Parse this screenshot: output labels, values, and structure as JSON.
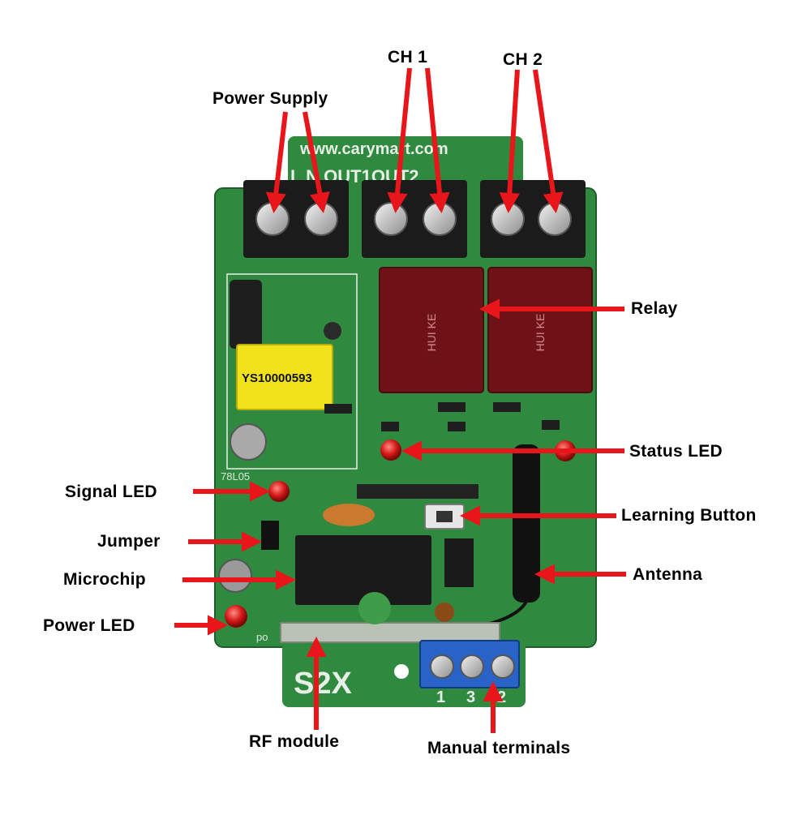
{
  "board": {
    "website": "www.carymart.com",
    "terminal_marks": "L  N  OUT1OUT2",
    "model": "S2X",
    "regulator": "78L05",
    "transformer_code": "YS10000593",
    "relay_marking": "HUI KE",
    "manual_pin_labels": [
      "1",
      "3",
      "2"
    ],
    "corner_mark": "po"
  },
  "callouts": {
    "power_supply": "Power Supply",
    "ch1": "CH 1",
    "ch2": "CH 2",
    "relay": "Relay",
    "status_led": "Status LED",
    "signal_led": "Signal LED",
    "learning_button": "Learning Button",
    "jumper": "Jumper",
    "antenna": "Antenna",
    "microchip": "Microchip",
    "power_led": "Power LED",
    "rf_module": "RF module",
    "manual_terminals": "Manual terminals"
  },
  "colors": {
    "pcb": "#2f8a3f",
    "arrow": "#e8161a",
    "led": "#d51818",
    "terminal_blue": "#2a63c8"
  }
}
